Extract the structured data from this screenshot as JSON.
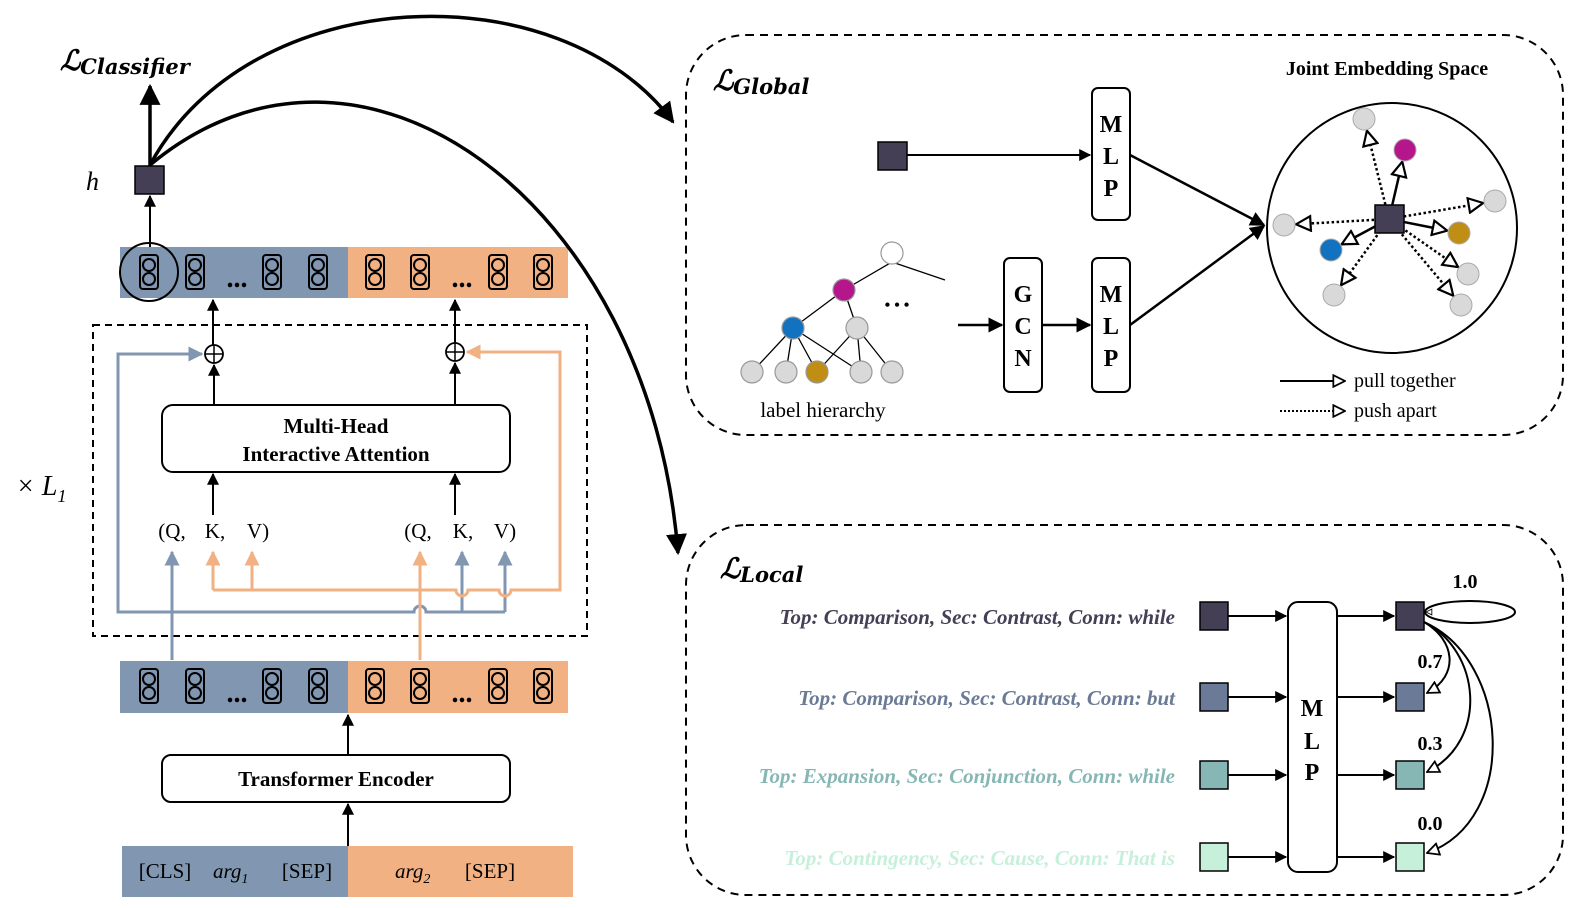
{
  "colors": {
    "arg1": "#8196B1",
    "arg2": "#F2B182",
    "node_gray": "#D9D9D9",
    "magenta": "#B5168C",
    "blue": "#1272C0",
    "gold": "#C08E14",
    "dark": "#453F56",
    "row_colors": [
      "#453F56",
      "#6B7A96",
      "#86B7B5",
      "#C6F0DA"
    ]
  },
  "left": {
    "classifier_loss": {
      "symbol": "ℒ",
      "sub": "Classifier"
    },
    "h_label": "h",
    "ellipsis": "...",
    "layers_label": {
      "prefix": "× L",
      "sub": "1"
    },
    "attention_box": {
      "line1": "Multi-Head",
      "line2": "Interactive Attention"
    },
    "qkv_left": [
      "(Q,",
      "K,",
      "V)"
    ],
    "qkv_right": [
      "(Q,",
      "K,",
      "V)"
    ],
    "encoder_label": "Transformer Encoder",
    "input": {
      "cls": "[CLS]",
      "arg1": "arg",
      "arg1_sub": "1",
      "sep1": "[SEP]",
      "arg2": "arg",
      "arg2_sub": "2",
      "sep2": "[SEP]"
    }
  },
  "global": {
    "loss": {
      "symbol": "ℒ",
      "sub": "Global"
    },
    "space_title": "Joint Embedding Space",
    "mlp": [
      "M",
      "L",
      "P"
    ],
    "gcn": [
      "G",
      "C",
      "N"
    ],
    "tree_dots": "• • •",
    "tree_label": "label hierarchy",
    "legend": {
      "pull": "pull together",
      "push": "push apart"
    }
  },
  "local": {
    "loss": {
      "symbol": "ℒ",
      "sub": "Local"
    },
    "mlp": [
      "M",
      "L",
      "P"
    ],
    "rows": [
      {
        "text": "Top: Comparison, Sec: Contrast, Conn: while",
        "weight": "1.0"
      },
      {
        "text": "Top: Comparison, Sec: Contrast, Conn: but",
        "weight": "0.7"
      },
      {
        "text": "Top: Expansion, Sec: Conjunction, Conn: while",
        "weight": "0.3"
      },
      {
        "text": "Top: Contingency, Sec: Cause, Conn: That is",
        "weight": "0.0"
      }
    ]
  }
}
